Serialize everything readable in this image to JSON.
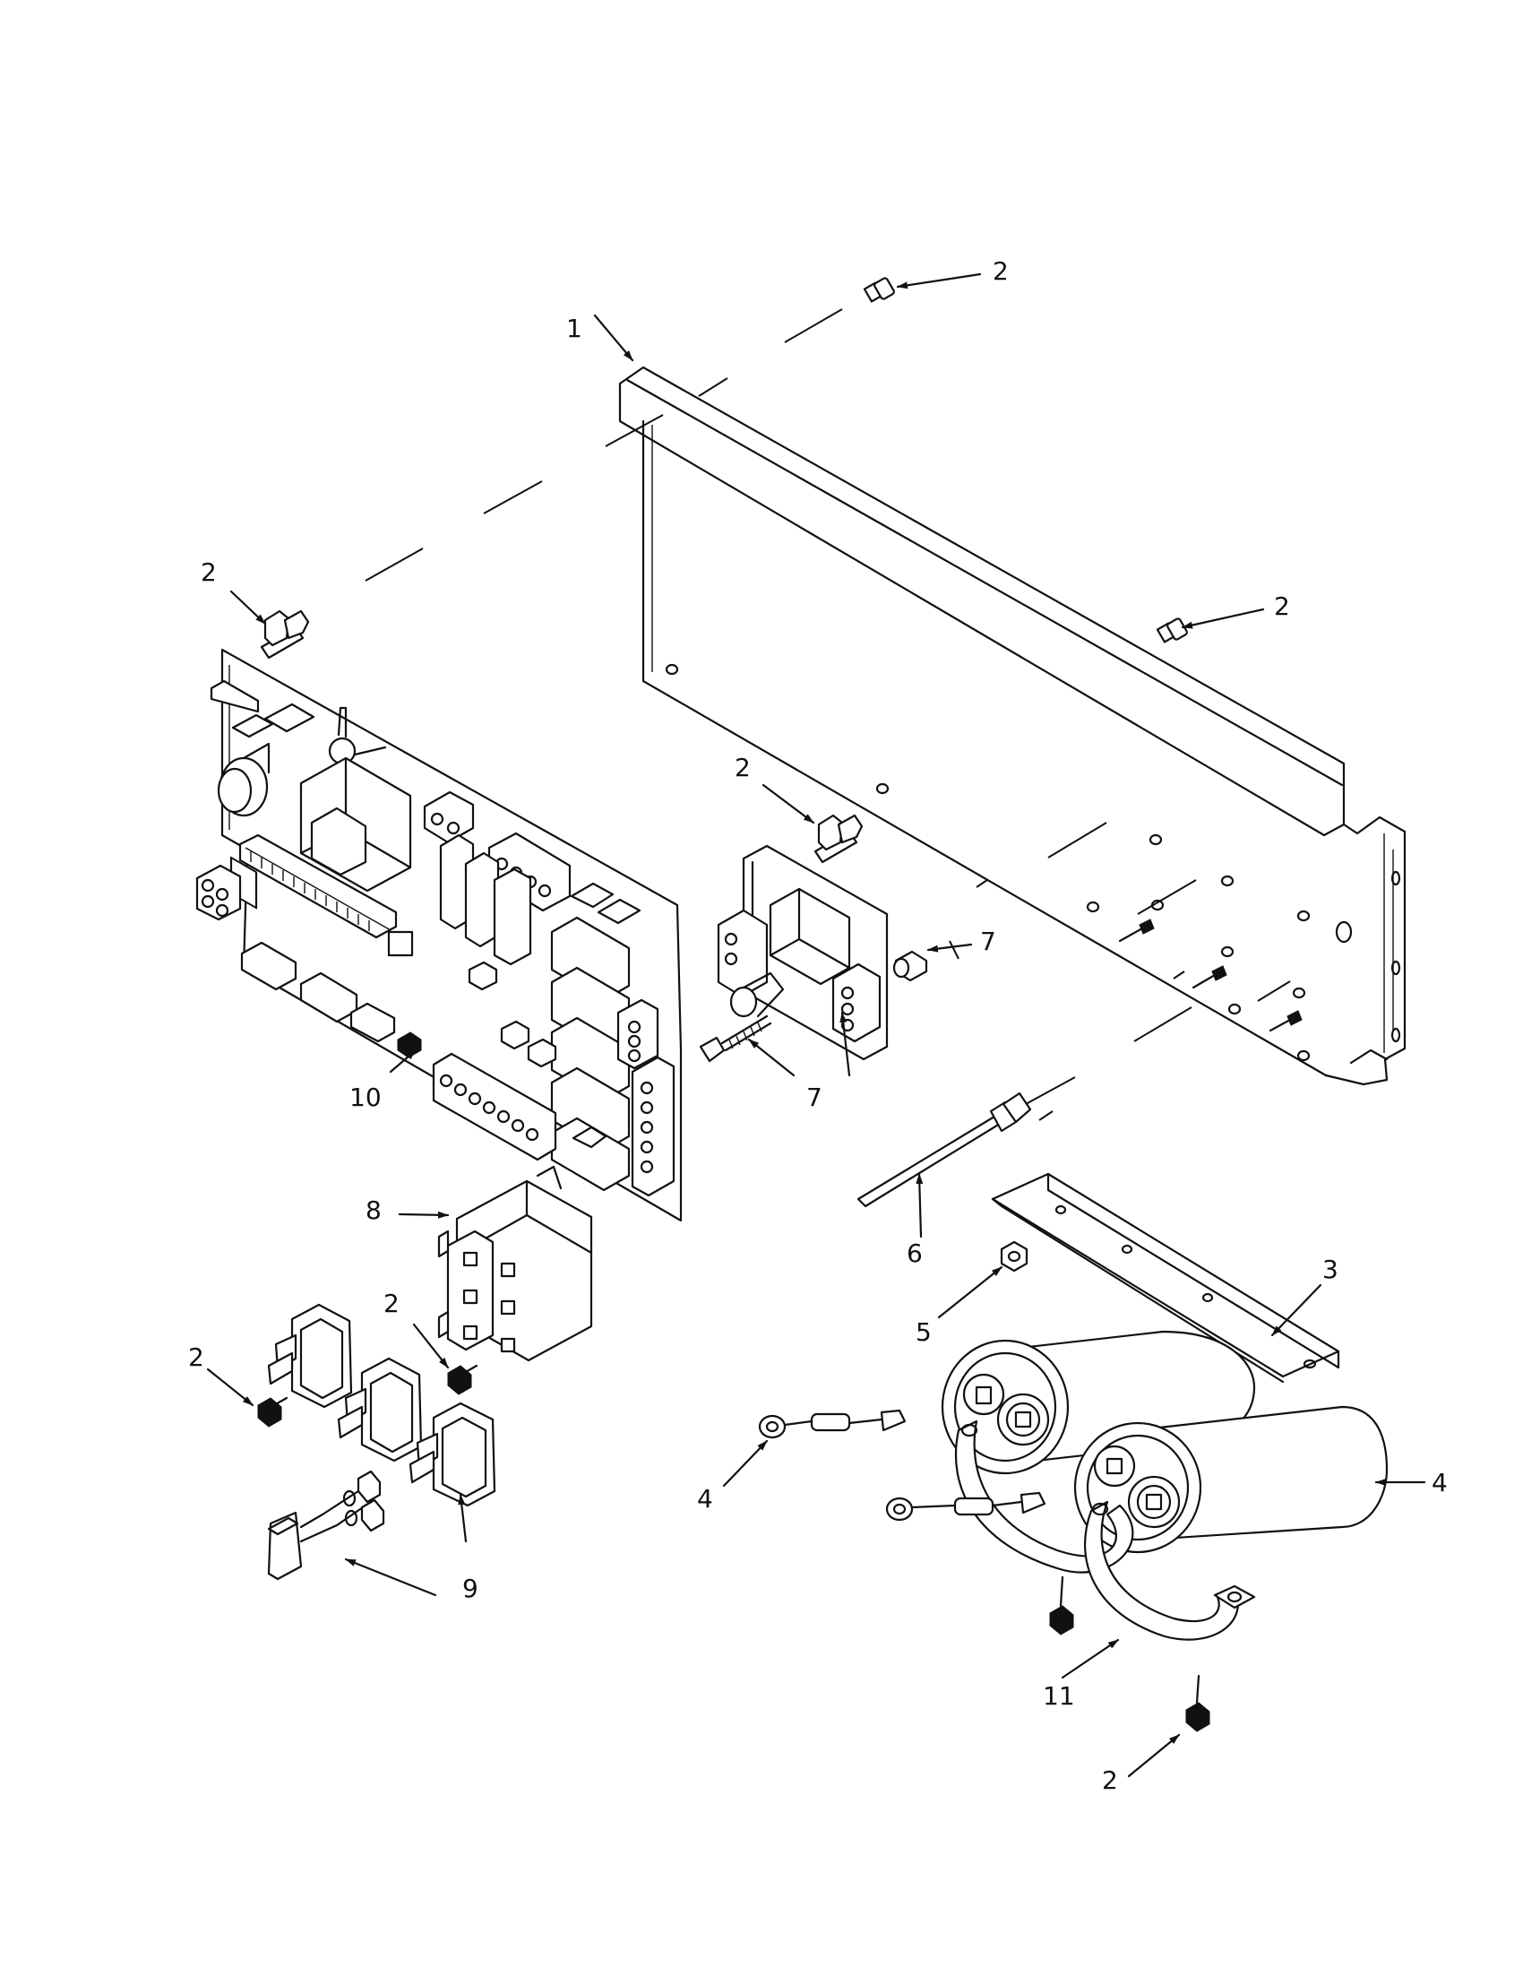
{
  "callouts": [
    {
      "id": "c1",
      "label": "1"
    },
    {
      "id": "c2a",
      "label": "2"
    },
    {
      "id": "c2b",
      "label": "2"
    },
    {
      "id": "c2c",
      "label": "2"
    },
    {
      "id": "c2d",
      "label": "2"
    },
    {
      "id": "c2e",
      "label": "2"
    },
    {
      "id": "c2f",
      "label": "2"
    },
    {
      "id": "c2g",
      "label": "2"
    },
    {
      "id": "c3",
      "label": "3"
    },
    {
      "id": "c4a",
      "label": "4"
    },
    {
      "id": "c4b",
      "label": "4"
    },
    {
      "id": "c5",
      "label": "5"
    },
    {
      "id": "c6",
      "label": "6"
    },
    {
      "id": "c7a",
      "label": "7"
    },
    {
      "id": "c7b",
      "label": "7"
    },
    {
      "id": "c8",
      "label": "8"
    },
    {
      "id": "c9",
      "label": "9"
    },
    {
      "id": "c10",
      "label": "10"
    },
    {
      "id": "c11",
      "label": "11"
    }
  ],
  "colors": {
    "line": "#111111",
    "background": "#ffffff"
  },
  "icons": [
    "screw-icon",
    "spacer-icon",
    "nut-icon",
    "ring-terminal-icon"
  ]
}
